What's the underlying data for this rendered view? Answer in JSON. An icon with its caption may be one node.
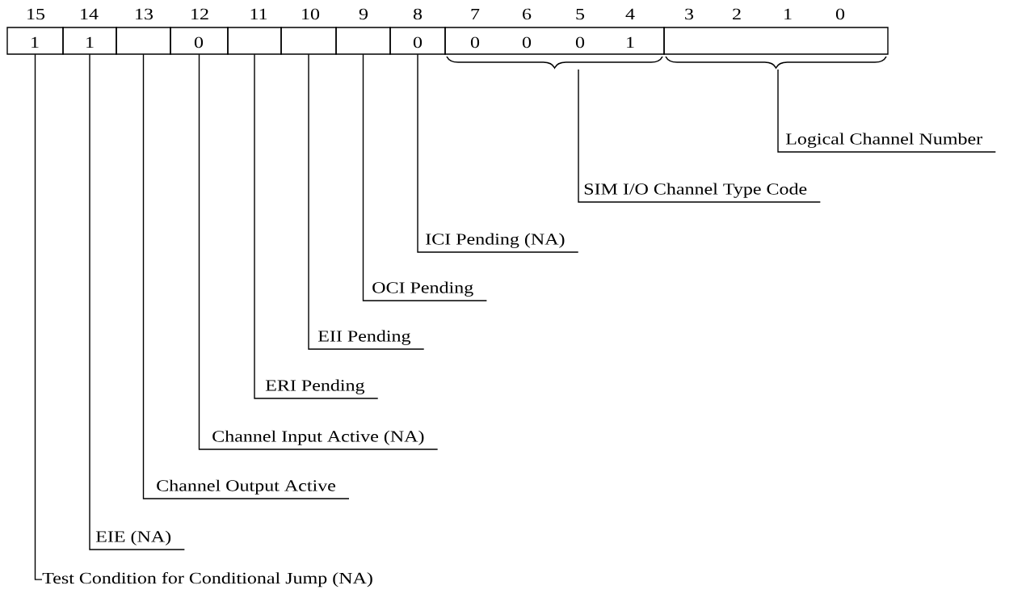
{
  "diagram": {
    "nodes": [
      {
        "text": [
          "1"
        ]
      },
      {
        "text": [
          "1"
        ]
      },
      {
        "text": [],
        "shape": "box"
      },
      {
        "text": [
          "0"
        ]
      },
      {
        "text": [],
        "shape": "box"
      },
      {
        "text": [],
        "shape": "box"
      },
      {
        "text": [],
        "shape": "box"
      },
      {
        "text": [
          "0"
        ]
      },
      {
        "text": [
          "0",
          "0",
          "0",
          "1"
        ]
      },
      {
        "text": [],
        "shape": "box"
      },
      {
        "text": [
          "Logical Channel Number"
        ]
      },
      {
        "text": [
          "SIM I/O Channel Type Code"
        ]
      },
      {
        "text": [
          "ICI Pending (NA)"
        ]
      },
      {
        "text": [
          "OCI Pending"
        ]
      },
      {
        "text": [
          "EII Pending"
        ]
      },
      {
        "text": [
          "ERI Pending"
        ]
      },
      {
        "text": [
          "Channel Input Active (NA)"
        ]
      },
      {
        "text": [
          "Channel Output Active"
        ]
      },
      {
        "text": [
          "EIE (NA)"
        ]
      },
      {
        "text": [
          "Test Condition for Conditional Jump (NA)"
        ]
      }
    ],
    "edges": [
      {
        "from": 10,
        "to": 9,
        "arrow": "none"
      },
      {
        "from": 11,
        "to": 8,
        "arrow": "none"
      },
      {
        "from": 12,
        "to": 7,
        "arrow": "none"
      },
      {
        "from": 13,
        "to": 6,
        "arrow": "none"
      },
      {
        "from": 14,
        "to": 5,
        "arrow": "none"
      },
      {
        "from": 15,
        "to": 4,
        "arrow": "none"
      },
      {
        "from": 16,
        "to": 3,
        "arrow": "none"
      },
      {
        "from": 17,
        "to": 2,
        "arrow": "none"
      },
      {
        "from": 18,
        "to": 1,
        "arrow": "none"
      },
      {
        "from": 19,
        "to": 0,
        "arrow": "none"
      }
    ],
    "labels": [
      "15",
      "14",
      "13",
      "12",
      "11",
      "10",
      "9",
      "8",
      "7",
      "6",
      "5",
      "4",
      "3",
      "2",
      "1",
      "0"
    ]
  }
}
